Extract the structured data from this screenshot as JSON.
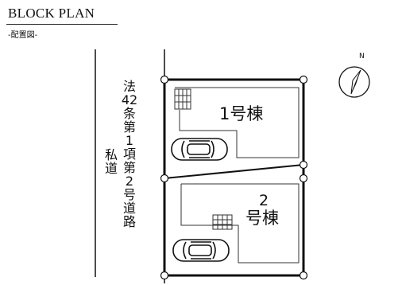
{
  "header": {
    "title": "BLOCK PLAN",
    "subtitle": "-配置図-"
  },
  "road": {
    "label_chars": [
      "法",
      "42",
      "条",
      "第",
      "1",
      "項",
      "第",
      "2",
      "号",
      "道",
      "路"
    ],
    "private_chars": [
      "私",
      "道"
    ]
  },
  "buildings": [
    {
      "label": "1号棟"
    },
    {
      "label_number": "2",
      "label_rest": "号棟"
    }
  ],
  "compass": {
    "label": "N"
  },
  "colors": {
    "line": "#111111",
    "pipe": "#555555"
  }
}
